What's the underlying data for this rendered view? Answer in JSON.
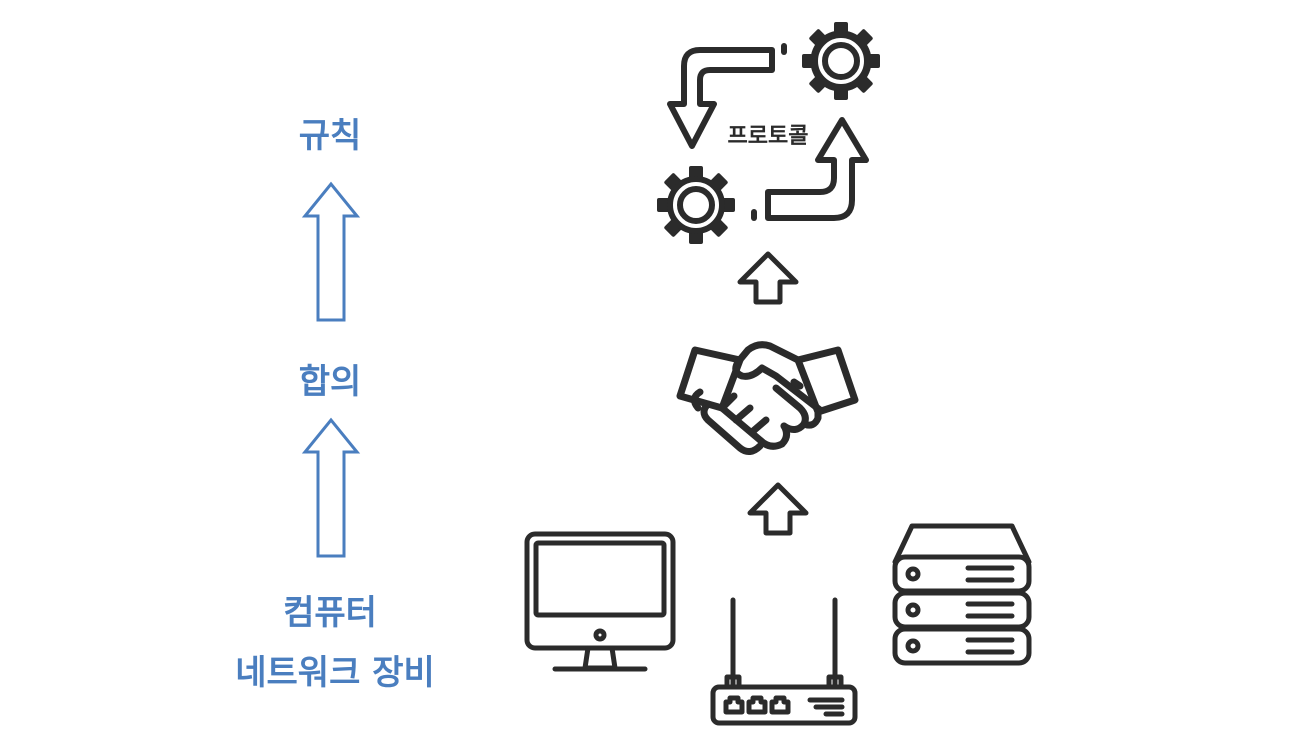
{
  "left_column": {
    "top_label": "규칙",
    "middle_label": "합의",
    "bottom_label_line1": "컴퓨터",
    "bottom_label_line2": "네트워크 장비"
  },
  "right_column": {
    "protocol_label": "프로토콜"
  },
  "colors": {
    "label_blue": "#4a7ebf",
    "icon_dark": "#2b2b2b"
  },
  "icons": [
    "gear-icon",
    "gear-icon",
    "cycle-arrow-icon",
    "handshake-icon",
    "monitor-icon",
    "router-icon",
    "server-icon",
    "up-arrow-icon"
  ]
}
